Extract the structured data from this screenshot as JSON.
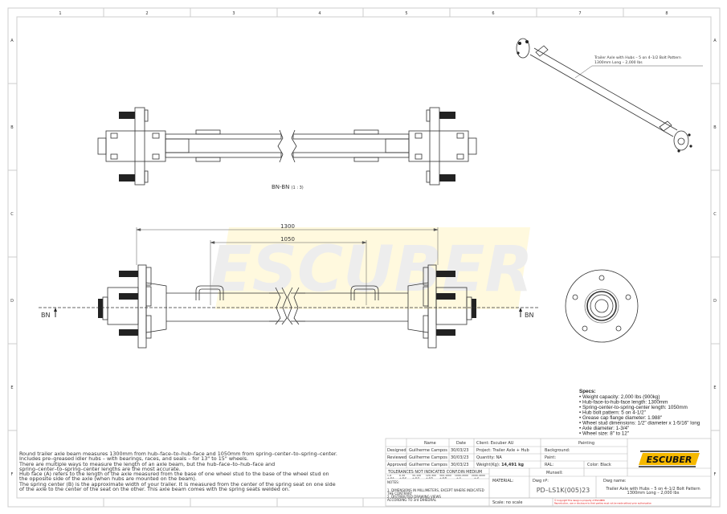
{
  "frame": {
    "columns": [
      "1",
      "2",
      "3",
      "4",
      "5",
      "6",
      "7",
      "8"
    ],
    "rows": [
      "A",
      "B",
      "C",
      "D",
      "E",
      "F"
    ]
  },
  "section_view": {
    "label": "BN-BN",
    "scale": "(1 : 3)"
  },
  "front_view": {
    "dimension_hub_face": "1300",
    "dimension_spring_center": "1050",
    "section_marker_left": "BN",
    "section_marker_right": "BN"
  },
  "watermark": "ESCUBER",
  "isometric_callout": {
    "line1": "Trailer Axle with Hubs – 5 on 4–1/2 Bolt Pattern",
    "line2": "1300mm Long – 2,000 lbs"
  },
  "specs": {
    "title": "Specs:",
    "items": [
      "Weight capacity: 2,000 lbs (900kg)",
      "Hub-face-to-hub-face length: 1300mm",
      "Spring-center-to-spring-center length: 1050mm",
      "Hub bolt pattern: 5 on 4-1/2\"",
      "Grease cap flange diameter: 1.988\"",
      "Wheel stud dimensions: 1/2\" diameter x 1-5/16\" long",
      "Axle diameter: 1-3/4\"",
      "Wheel size: 8\" to 12\""
    ]
  },
  "description": [
    "Round trailer axle beam measures 1300mm from hub–face–to–hub–face and 1050mm from spring–center–to–spring–center.",
    "Includes pre–greased idler hubs – with bearings, races, and seals – for 13\" to 15\" wheels.",
    "There are multiple ways to measure the length of an axle beam, but the hub–face–to–hub–face and",
    "spring–center–to–spring–center lengths are the most accurate.",
    "Hub face (A) refers to the length of the axle measured from the base of one wheel stud to the base of the wheel stud on",
    "the opposite side of the axle (when hubs are mounted on the beam).",
    "The spring center (B) is the approximate width of your trailer. It is measured from the center of the spring seat on one side",
    "of the axle to the center of the seat on the other. This axle beam comes with the spring seats welded on."
  ],
  "title_block": {
    "header": {
      "name": "Name",
      "date": "Date",
      "client": "Client: Escuber AU",
      "painting": "Painting"
    },
    "rows": [
      {
        "role": "Designed",
        "name": "Guilherme Campos",
        "date": "30/03/23",
        "info": "Project: Trailer Axle + Hub",
        "paint": "Background:"
      },
      {
        "role": "Reviewed",
        "name": "Guilherme Campos",
        "date": "30/03/23",
        "info": "Quantity: NA",
        "paint": "Paint:"
      },
      {
        "role": "Approved",
        "name": "Guilherme Campos",
        "date": "30/03/23",
        "info_label": "Weight(Kg):",
        "info_value": "14,491 kg",
        "paint": "RAL:",
        "color": "Color: Black"
      }
    ],
    "munsell": "Munsell:",
    "tolerances_title": "TOLERANCES NOT INDICATED CONF.DIN MEDIUM",
    "tolerance_ranges": [
      "1–6",
      "6–30",
      "30–120",
      "120–300",
      "300–1000",
      "1000–2000",
      "2000–4000"
    ],
    "tolerance_values": [
      "+–0,1",
      "+–0,2",
      "+–0,3",
      "+–0,5",
      "+–0,8",
      "+–1",
      "+–2"
    ],
    "notes_title": "NOTES:",
    "notes": [
      "1. DIMENSIONS IN MILLIMETERS, EXCEPT WHERE INDICATED",
      "THE CONTRARY",
      "2. DISTRIBUTED DRAWING VIEWS",
      "ACCORDING TO 3rd DIHEDRAL"
    ],
    "material_label": "MATERIAL:",
    "dwg_no_label": "Dwg nº:",
    "dwg_no": "PD–LS1K(005)23",
    "dwg_name_label": "Dwg name:",
    "dwg_name_line1": "Trailer Axle with Hubs – 5 on 4–1/2 Bolt Pattern",
    "dwg_name_line2": "1300mm Long – 2,000 lbs",
    "scale": "Scale: no scale",
    "copyright_line1": "© Copyright This design is property of ESCUBER",
    "copyright_line2": "Reproduction, use or disclosure to third parties must not be made without prior authorization",
    "logo_text": "ESCUBER"
  },
  "colors": {
    "logo_yellow": "#F5B800",
    "watermark_yellow": "#FFF6CC",
    "copyright_red": "#E00000"
  }
}
